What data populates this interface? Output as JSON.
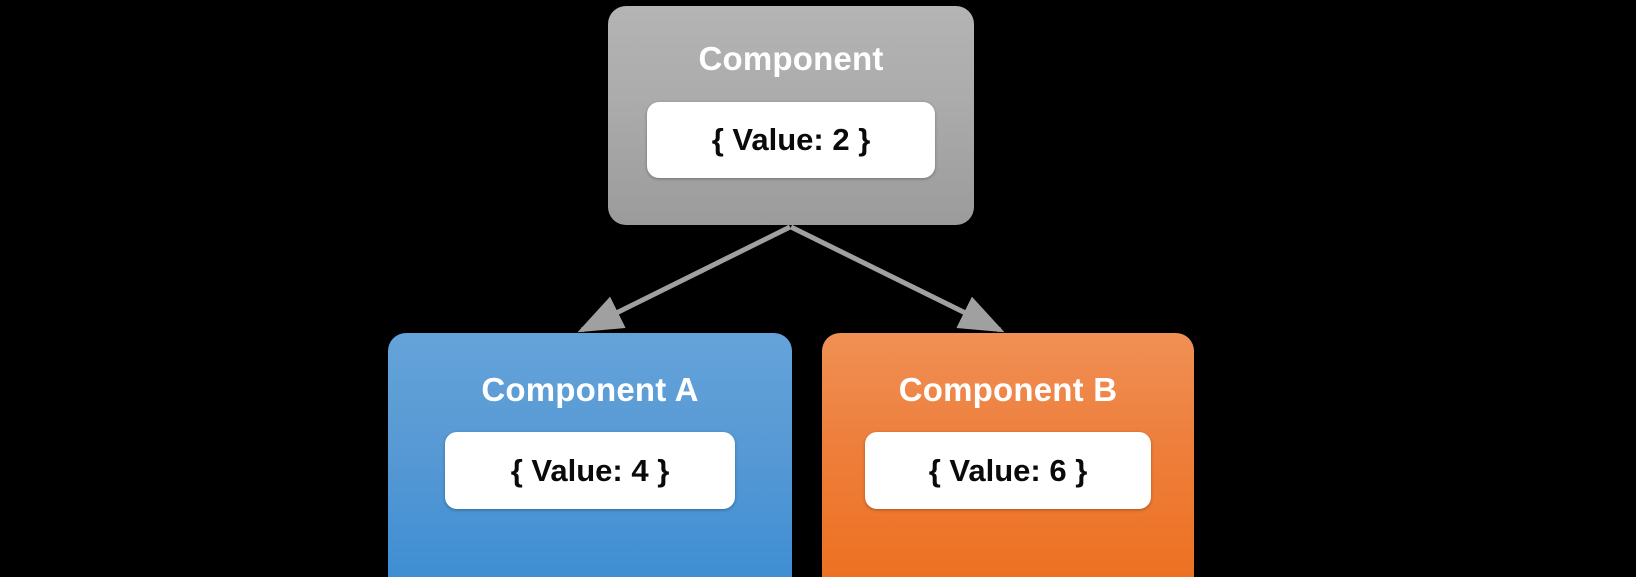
{
  "diagram": {
    "background_color": "#000000",
    "title_present": false,
    "nodes": [
      {
        "id": "parent",
        "name": "Component",
        "title": "Component",
        "value_label": "{ Value: 2 }",
        "value": 2,
        "role": "parent",
        "fill_color_top": "#b4b4b4",
        "fill_color_bottom": "#9b9b9b",
        "title_color": "#ffffff",
        "chip_color": "#ffffff",
        "chip_text_color": "#0a0a0a"
      },
      {
        "id": "child-a",
        "name": "Component A",
        "title": "Component A",
        "value_label": "{ Value: 4 }",
        "value": 4,
        "role": "child",
        "fill_color_top": "#64a3da",
        "fill_color_bottom": "#3f8ed3",
        "title_color": "#ffffff",
        "chip_color": "#ffffff",
        "chip_text_color": "#0a0a0a"
      },
      {
        "id": "child-b",
        "name": "Component B",
        "title": "Component B",
        "value_label": "{ Value: 6 }",
        "value": 6,
        "role": "child",
        "fill_color_top": "#f09055",
        "fill_color_bottom": "#ed7122",
        "title_color": "#ffffff",
        "chip_color": "#ffffff",
        "chip_text_color": "#0a0a0a"
      }
    ],
    "connectors": [
      {
        "id": "edge-parent-to-child-a",
        "from": "parent",
        "to": "child-a",
        "label": "",
        "color": "#a0a0a0",
        "arrowhead": true
      },
      {
        "id": "edge-parent-to-child-b",
        "from": "parent",
        "to": "child-b",
        "label": "",
        "color": "#a0a0a0",
        "arrowhead": true
      }
    ]
  }
}
